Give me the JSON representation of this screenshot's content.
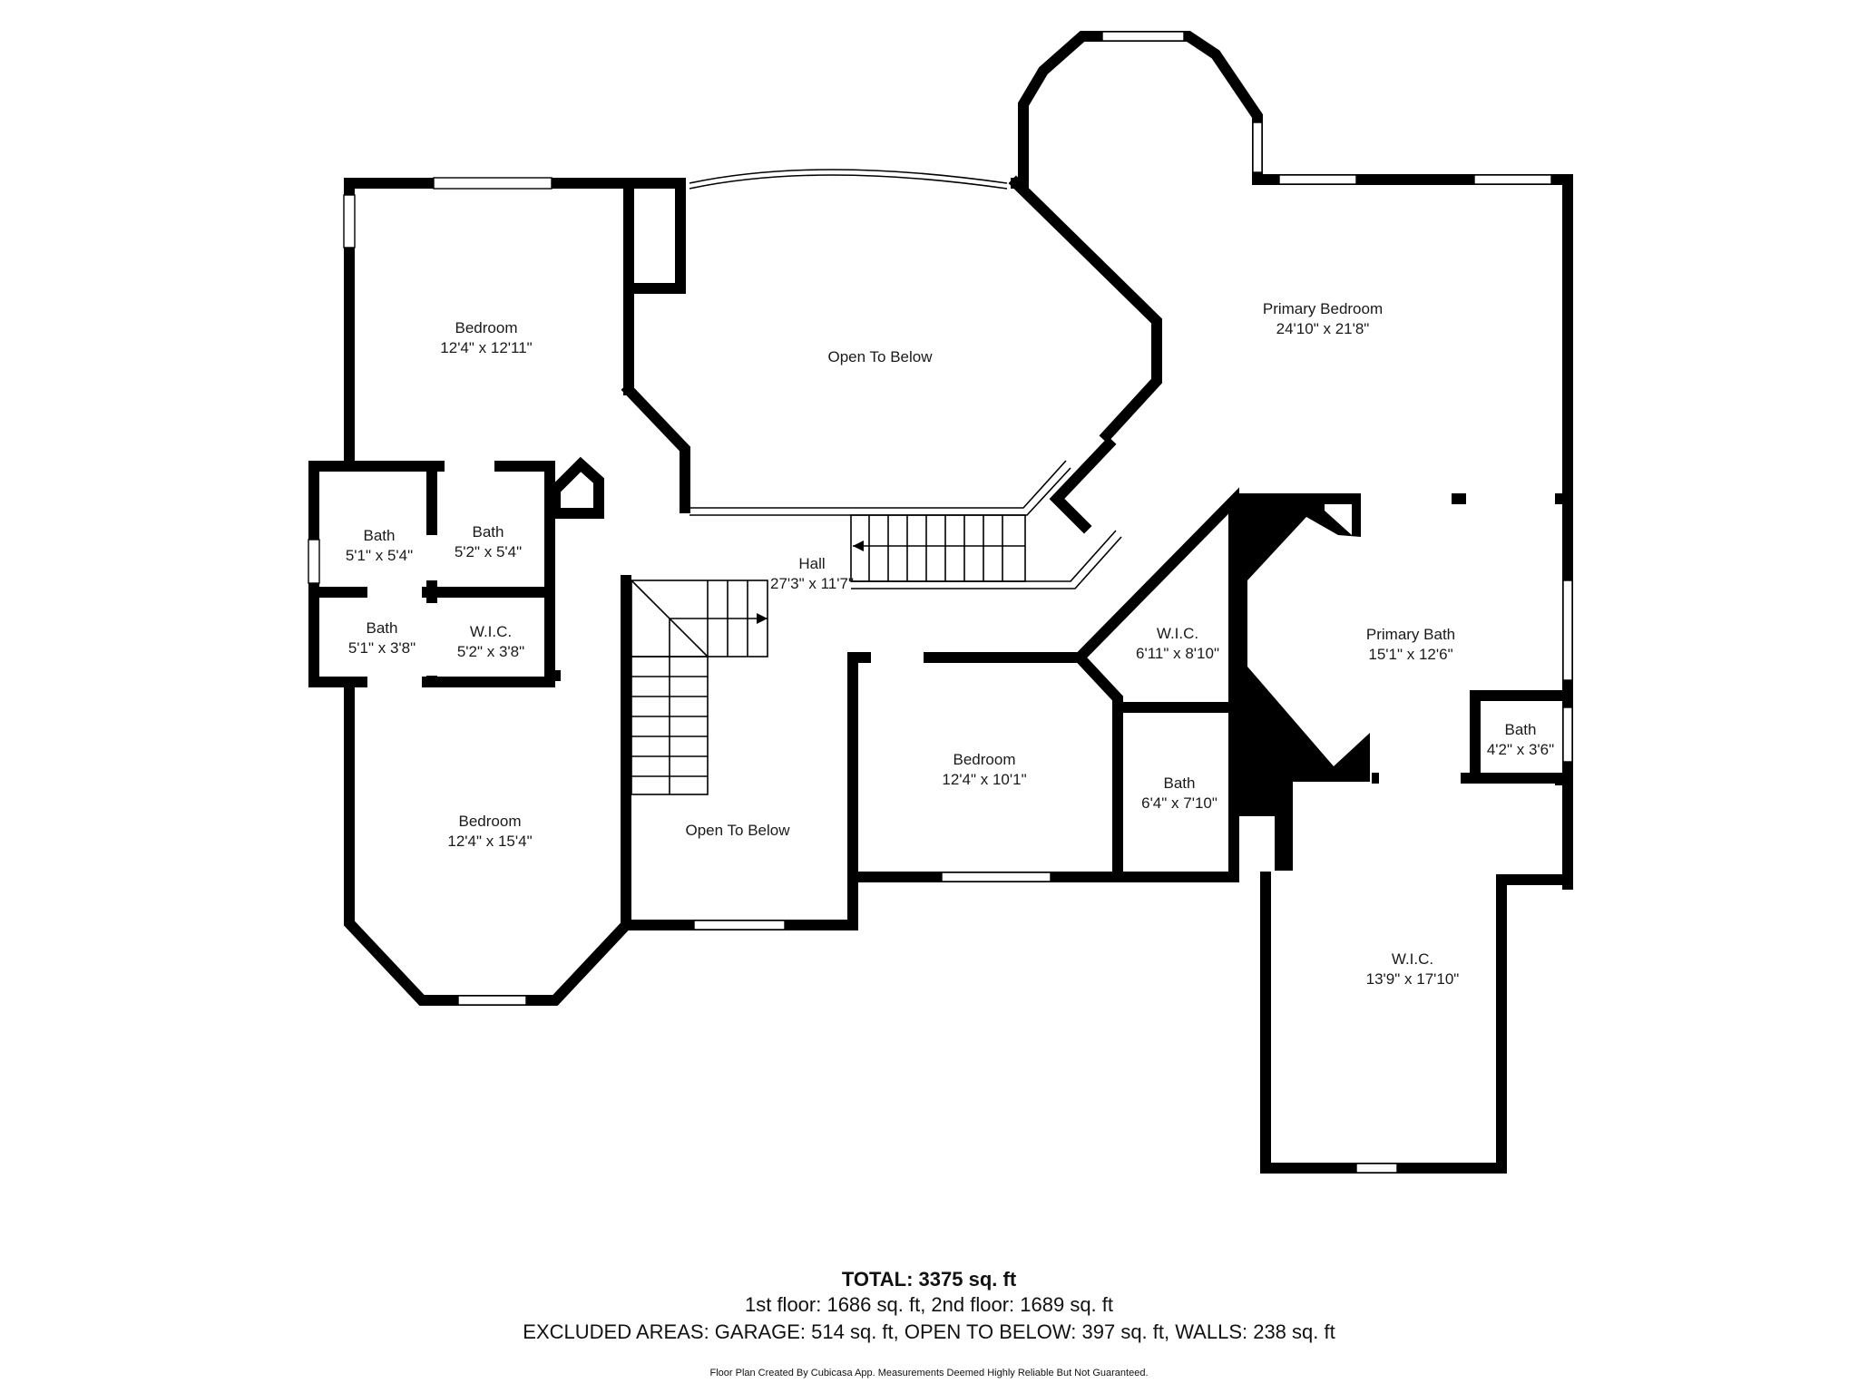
{
  "rooms": [
    {
      "name": "Bedroom",
      "size": "12'4\" x 12'11\""
    },
    {
      "name": "Open To Below",
      "size": ""
    },
    {
      "name": "Primary Bedroom",
      "size": "24'10\" x 21'8\""
    },
    {
      "name": "Bath",
      "size": "5'1\" x 5'4\""
    },
    {
      "name": "Bath",
      "size": "5'2\" x 5'4\""
    },
    {
      "name": "Bath",
      "size": "5'1\" x 3'8\""
    },
    {
      "name": "W.I.C.",
      "size": "5'2\" x 3'8\""
    },
    {
      "name": "Hall",
      "size": "27'3\" x 11'7\""
    },
    {
      "name": "W.I.C.",
      "size": "6'11\" x 8'10\""
    },
    {
      "name": "Primary Bath",
      "size": "15'1\" x 12'6\""
    },
    {
      "name": "Bath",
      "size": "4'2\" x 3'6\""
    },
    {
      "name": "Bedroom",
      "size": "12'4\" x 10'1\""
    },
    {
      "name": "Bath",
      "size": "6'4\" x 7'10\""
    },
    {
      "name": "Open To Below",
      "size": ""
    },
    {
      "name": "Bedroom",
      "size": "12'4\" x 15'4\""
    },
    {
      "name": "W.I.C.",
      "size": "13'9\" x 17'10\""
    }
  ],
  "summary": {
    "total": "TOTAL: 3375 sq. ft",
    "floors": "1st floor: 1686 sq. ft, 2nd floor: 1689 sq. ft",
    "excluded": "EXCLUDED AREAS: GARAGE: 514 sq. ft, OPEN TO BELOW: 397 sq. ft, WALLS: 238 sq. ft",
    "credit": "Floor Plan Created By Cubicasa App. Measurements Deemed Highly Reliable But Not Guaranteed."
  }
}
